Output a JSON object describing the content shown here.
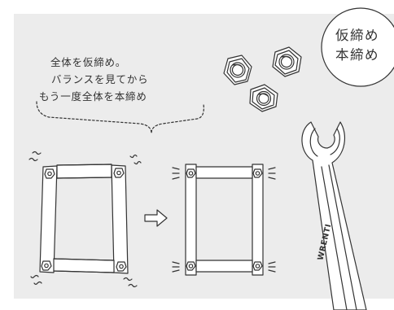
{
  "caption": {
    "line1": "全体を仮締め。",
    "line2": "バランスを見てから",
    "line3": "もう一度全体を本締め"
  },
  "badge": {
    "line1": "仮締め",
    "line2": "本締め"
  },
  "wrench": {
    "brand": "WRENTI"
  },
  "icons": {
    "arrow": "right-outline-arrow-icon",
    "nut": "hex-nut-icon",
    "bolt": "bolt-head-icon",
    "wrench": "wrench-icon"
  },
  "colors": {
    "panel": "#ececec",
    "line": "#333333",
    "background": "#ffffff"
  }
}
